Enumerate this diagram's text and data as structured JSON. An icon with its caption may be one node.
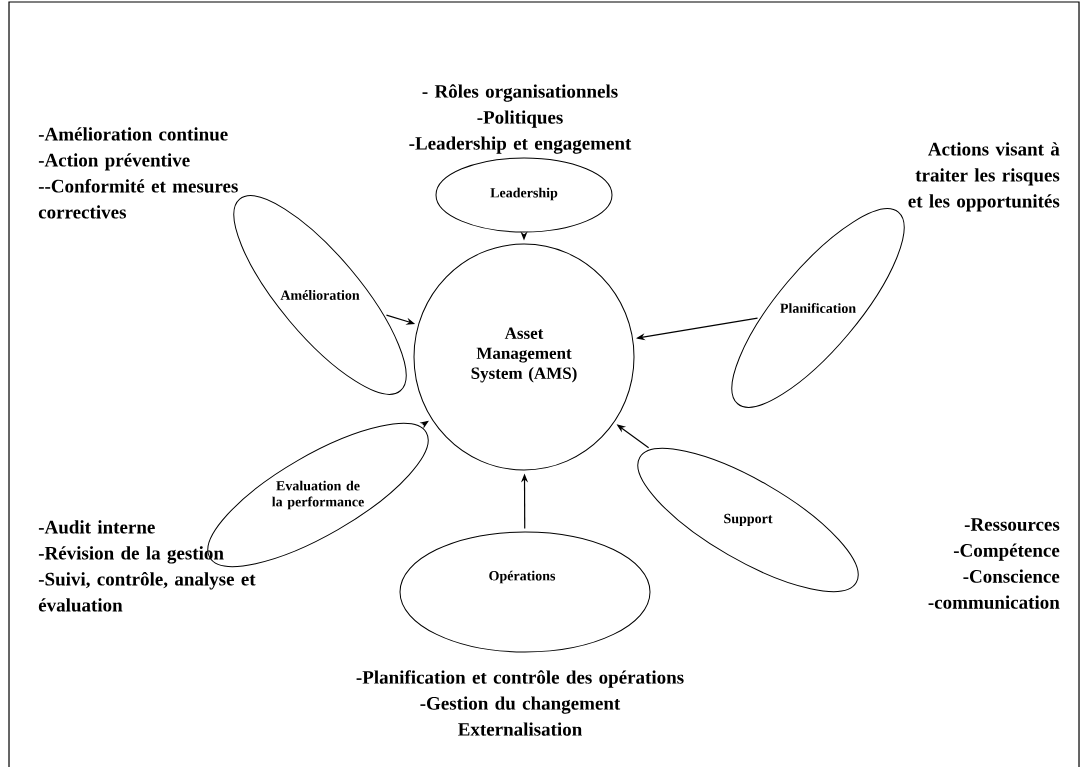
{
  "diagram": {
    "nodes": [
      {
        "text": [
          "Asset Management System (AMS)"
        ]
      },
      {
        "text": [
          "Leadership"
        ],
        "beside": [
          "- Rôles organisationnels",
          "-Politiques",
          "-Leadership et engagement"
        ]
      },
      {
        "text": [
          "Planification"
        ],
        "beside": [
          "Actions visant à traiter les risques et les opportunités"
        ]
      },
      {
        "text": [
          "Support"
        ],
        "beside": [
          "-Ressources",
          "-Compétence",
          "-Conscience",
          "-communication"
        ]
      },
      {
        "text": [
          "Opérations"
        ],
        "beside": [
          "-Planification et contrôle des opérations",
          "-Gestion du changement",
          "Externalisation"
        ]
      },
      {
        "text": [
          "Evaluation de la performance"
        ],
        "beside": [
          "-Audit interne",
          "-Révision de la gestion",
          "-Suivi, contrôle,  analyse et évaluation"
        ]
      },
      {
        "text": [
          "Amélioration"
        ],
        "beside": [
          "-Amélioration continue",
          "-Action préventive",
          "--Conformité et mesures correctives"
        ]
      }
    ],
    "edges": [
      {
        "from": 1,
        "to": 0,
        "arrow": "to"
      },
      {
        "from": 2,
        "to": 0,
        "arrow": "to"
      },
      {
        "from": 3,
        "to": 0,
        "arrow": "to"
      },
      {
        "from": 4,
        "to": 0,
        "arrow": "to"
      },
      {
        "from": 5,
        "to": 0,
        "arrow": "to"
      },
      {
        "from": 6,
        "to": 0,
        "arrow": "to"
      }
    ]
  }
}
